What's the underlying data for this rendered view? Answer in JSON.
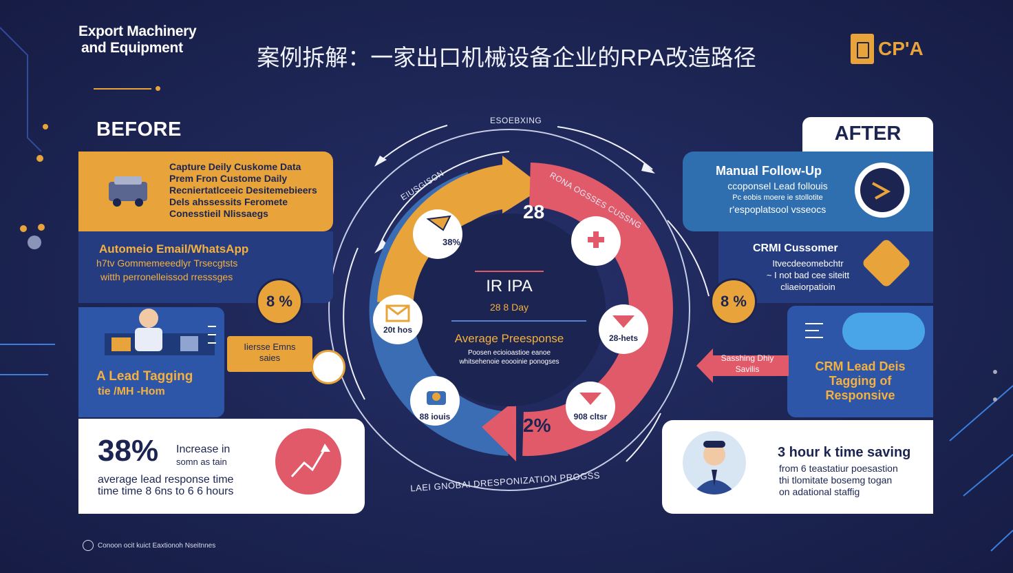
{
  "brand": {
    "line1": "Export Machinery",
    "line2": "and Equipment"
  },
  "title": "案例拆解：一家出口机械设备企业的RPA改造路径",
  "logo_text": "CP'A",
  "before_label": "BEFORE",
  "after_label": "AFTER",
  "left": {
    "capture": [
      "Capture Deily Cuskome Data",
      "Prem Fron Custome Daily",
      "Recniertatlceeic Desitemebieers",
      "Dels ahssessits Feromete",
      "Conesstieil Nlissaegs"
    ],
    "automation": {
      "line1": "Automeio Email/WhatsApp",
      "line2": "h7tv Gommemeeedlyr Trsecgtsts",
      "line3": "witth perronelleissod rresssges"
    },
    "pct": "8 %",
    "tagging": {
      "line1": "A  Lead Tagging",
      "line2": "tie /MH   -Hom"
    },
    "small_card": [
      "Iiersse Emns",
      "saies"
    ],
    "stat": {
      "big": "38%",
      "line1": "Increase in",
      "line2": "somn as tain",
      "line3": "average lead response time",
      "line4": "time time 8 6ns to 6 6 hours"
    }
  },
  "right": {
    "followup": {
      "title": "Manual Follow-Up",
      "lines": [
        "ccoponsel Lead follouis",
        "Pc eobis moere ie stollotite",
        "r'espoplatsool vsseocs"
      ]
    },
    "crm": {
      "title": "CRMI Cussomer",
      "lines": [
        "Itvecdeeomebchtr",
        "~ I not bad cee siteitt",
        "cliaeiorpatioin"
      ]
    },
    "pct": "8 %",
    "crm_lead": [
      "CRM Lead Deis",
      "Tagging of",
      "Responsive"
    ],
    "saving": [
      "Sasshing Dhiy",
      "Savilis"
    ],
    "stat": {
      "title": "3 hour k time saving",
      "lines": [
        "from 6 teastatiur poesastion",
        "thi tlomitate bosemg togan",
        "on adational staffig"
      ]
    }
  },
  "flow": {
    "top": "ESOEBXING",
    "upper_left": "EIUSGISON",
    "upper_right": "RONA OGSSES CUSSNG",
    "bottom": "LAEI GNOBAI DRESPONIZATION PROGSS"
  },
  "center": {
    "title": "IR IPA",
    "subtitle": "28 8 Day",
    "label": "Average Preesponse",
    "lines": [
      "Poosen ecioioastioe eanoe",
      "whitsehenoie eoooinie ponogses"
    ]
  },
  "ring": {
    "top_stat": "28",
    "bottom_stat": "2%",
    "nodes": [
      {
        "label": "38%",
        "icon": "pen-icon"
      },
      {
        "label": "",
        "icon": "plus-icon"
      },
      {
        "label": "20t hos",
        "icon": "envelope-icon"
      },
      {
        "label": "28-hets",
        "icon": "envelope-icon"
      },
      {
        "label": "88 iouis",
        "icon": "toolkit-icon"
      },
      {
        "label": "908 cltsr",
        "icon": "envelope-icon"
      }
    ]
  },
  "footer": "Conoon ocit kuict Eaxtionoh Nseitnnes",
  "colors": {
    "navy": "#1c2452",
    "yellow": "#e8a43a",
    "red": "#e05a6a",
    "blue": "#2f6fb0"
  }
}
